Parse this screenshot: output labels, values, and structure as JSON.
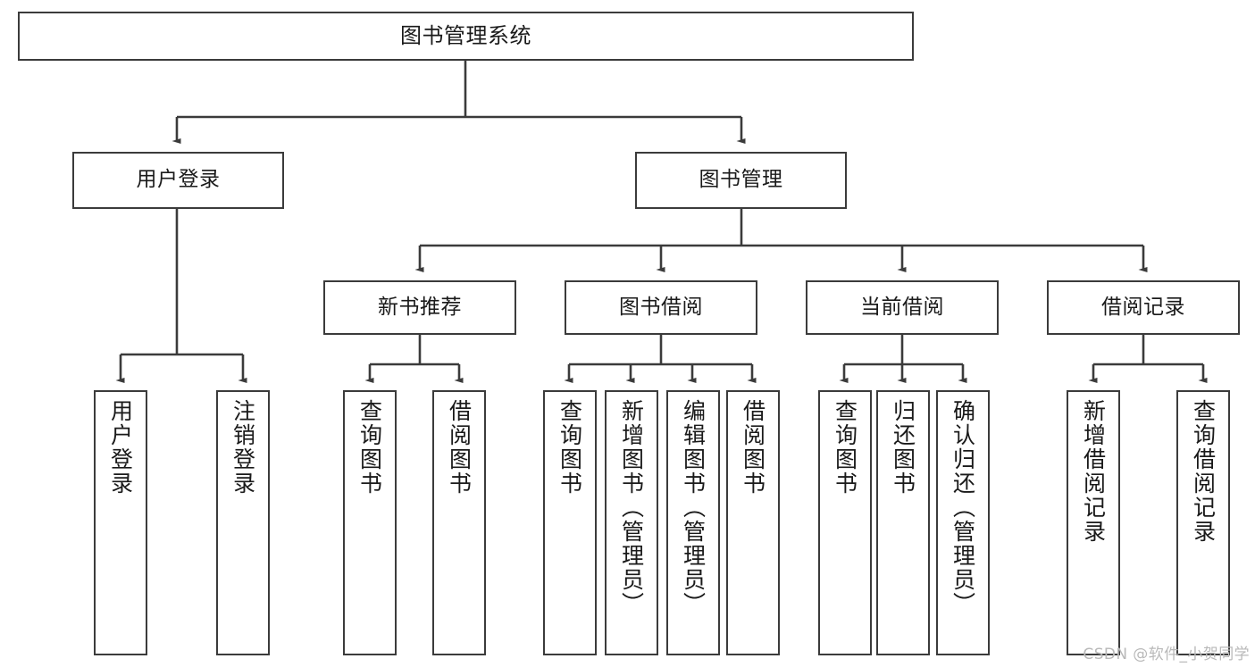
{
  "diagram": {
    "title": "图书管理系统",
    "watermark": "CSDN @软件_小贺同学",
    "stroke_color": "#3b3b3b",
    "text_color": "#1a1a1a",
    "background_color": "#ffffff",
    "nodes": {
      "root": {
        "label": "图书管理系统"
      },
      "level2": [
        {
          "label": "用户登录"
        },
        {
          "label": "图书管理"
        }
      ],
      "level3": [
        {
          "label": "新书推荐"
        },
        {
          "label": "图书借阅"
        },
        {
          "label": "当前借阅"
        },
        {
          "label": "借阅记录"
        }
      ],
      "leaves_user_login": [
        {
          "label": "用户登录"
        },
        {
          "label": "注销登录"
        }
      ],
      "leaves_new_book": [
        {
          "label": "查询图书"
        },
        {
          "label": "借阅图书"
        }
      ],
      "leaves_borrow": [
        {
          "label": "查询图书"
        },
        {
          "label": "新增图书（管理员）"
        },
        {
          "label": "编辑图书（管理员）"
        },
        {
          "label": "借阅图书"
        }
      ],
      "leaves_current": [
        {
          "label": "查询图书"
        },
        {
          "label": "归还图书"
        },
        {
          "label": "确认归还（管理员）"
        }
      ],
      "leaves_record": [
        {
          "label": "新增借阅记录"
        },
        {
          "label": "查询借阅记录"
        }
      ]
    }
  }
}
